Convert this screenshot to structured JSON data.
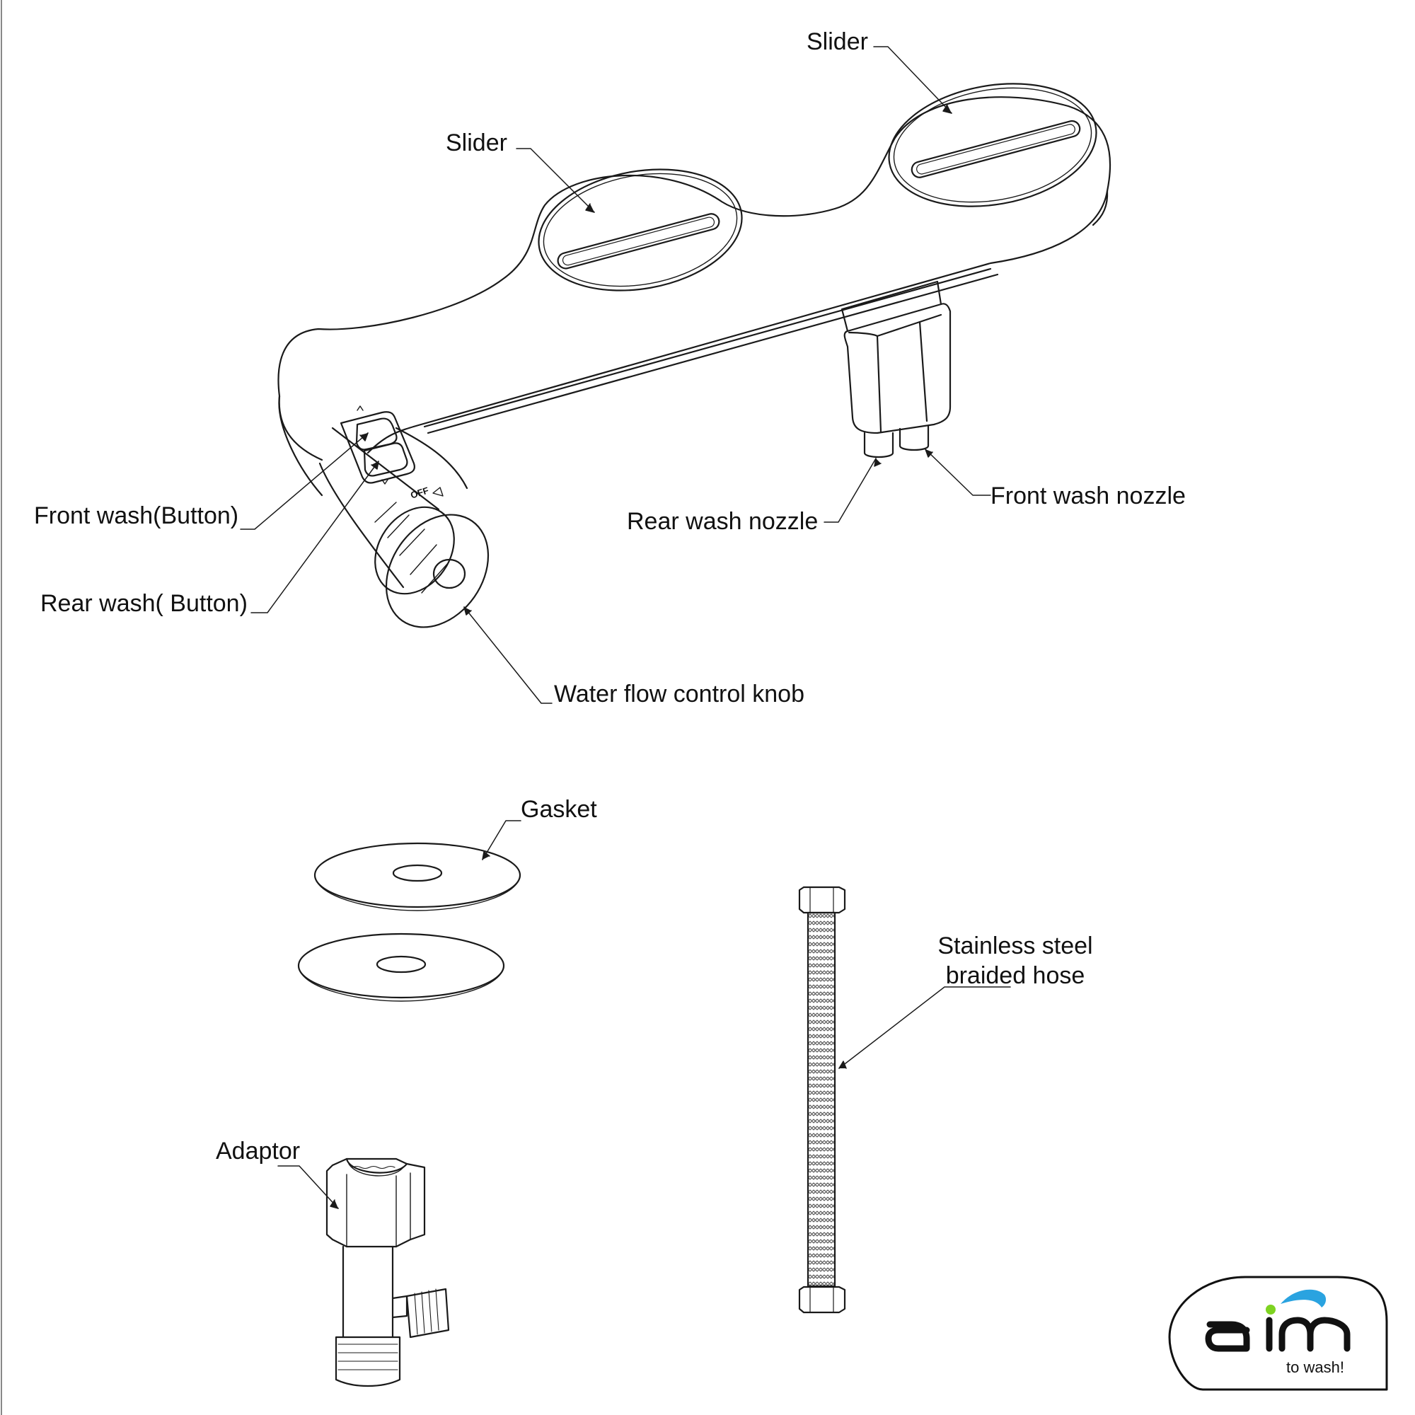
{
  "labels": {
    "slider_top": "Slider",
    "slider_left": "Slider",
    "front_wash_button": "Front wash(Button)",
    "rear_wash_button": "Rear wash( Button)",
    "water_flow_knob": "Water flow control knob",
    "rear_wash_nozzle": "Rear wash nozzle",
    "front_wash_nozzle": "Front wash nozzle",
    "gasket": "Gasket",
    "hose_line1": "Stainless steel",
    "hose_line2": "braided hose",
    "adaptor": "Adaptor",
    "knob_off": "OFF"
  },
  "logo": {
    "brand": "aim",
    "tagline": "to wash!",
    "colors": {
      "dot": "#7ed321",
      "drop": "#2aa3e0",
      "ink": "#111111"
    }
  },
  "colors": {
    "line": "#1a1a1a",
    "background": "#ffffff"
  }
}
